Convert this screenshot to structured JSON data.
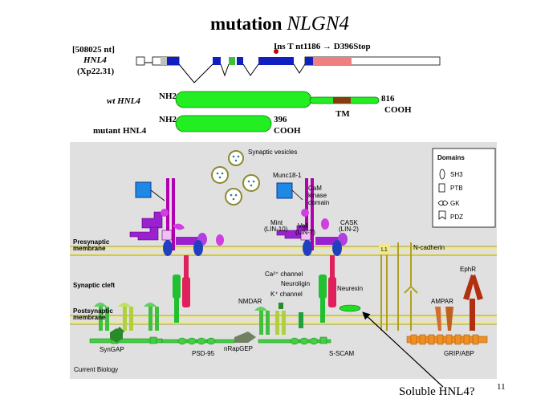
{
  "slide": {
    "title_prefix": "mutation ",
    "title_gene": "NLGN4",
    "page_number": "11"
  },
  "gene": {
    "size_label": "[508025 nt]",
    "name": "HNL4",
    "locus": "(Xp22.31)",
    "mutation_label": "Ins T nt1186 → D396Stop"
  },
  "proteins": {
    "wt_label": "wt HNL4",
    "wt_nh2": "NH2",
    "wt_end": "816",
    "wt_cooh": "COOH",
    "tm_label": "TM",
    "mutant_label": "mutant HNL4",
    "mutant_nh2": "NH2",
    "mutant_end": "396",
    "mutant_cooh": "COOH"
  },
  "diagram": {
    "synaptic_vesicles": "Synaptic vesicles",
    "munc18": "Munc18-1",
    "cam": "CaM",
    "kinase": "kinase",
    "domain": "domain",
    "mint": "Mint",
    "lin10": "(LIN-10)",
    "veli": "Veli",
    "lin7": "(LIN-7)",
    "cask": "CASK",
    "lin2": "(LIN-2)",
    "presynaptic": "Presynaptic",
    "membrane1": "membrane",
    "synaptic_cleft": "Synaptic cleft",
    "postsynaptic": "Postsynaptic",
    "membrane2": "membrane",
    "ca_channel": "Ca²⁺ channel",
    "neuroligin": "Neuroligin",
    "k_channel": "K⁺ channel",
    "neurexin": "Neurexin",
    "nmdar": "NMDAR",
    "l1": "L1",
    "n_cadherin": "N-cadherin",
    "ephr": "EphR",
    "ampar": "AMPAR",
    "syngap": "SynGAP",
    "psd95": "PSD-95",
    "nrapgep": "nRapGEP",
    "sscam": "S-SCAM",
    "grip": "GRIP/ABP",
    "current_biology": "Current Biology",
    "legend_title": "Domains",
    "legend_sh3": "SH3",
    "legend_ptb": "PTB",
    "legend_gk": "GK",
    "legend_pdz": "PDZ"
  },
  "annotation": {
    "soluble": "Soluble HNL4?"
  },
  "colors": {
    "exon_blue": "#1020c0",
    "exon_green": "#40c040",
    "exon_pink": "#f08080",
    "protein_green": "#22ee22",
    "tm_brown": "#8b3a10",
    "mutation_dot": "#c00000",
    "panel_bg": "#e0e0e0"
  }
}
